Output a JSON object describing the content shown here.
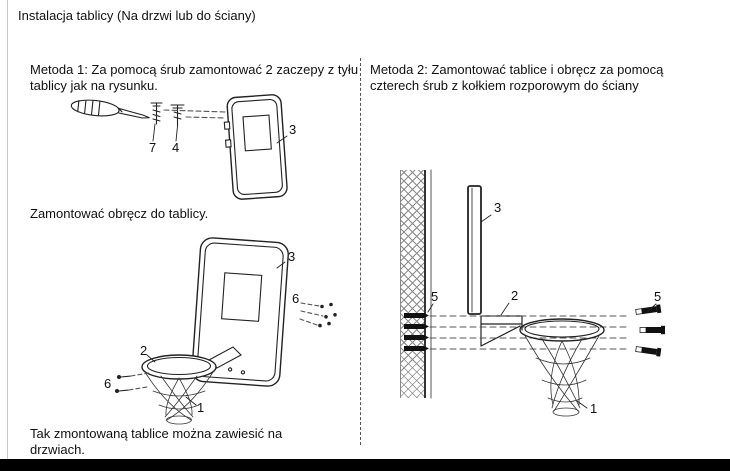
{
  "title": "Instalacja tablicy (Na drzwi lub do ściany)",
  "method1": {
    "heading": "Metoda 1: Za pomocą śrub zamontować 2 zaczepy z tyłu tablicy jak na rysunku.",
    "rim_step": "Zamontować obręcz do tablicy.",
    "hang_step": "Tak zmontowaną tablice można zawiesić na drzwiach."
  },
  "method2": {
    "heading": "Metoda 2: Zamontować tablice i obręcz za pomocą czterech śrub z kołkiem rozporowym do ściany"
  },
  "figure1": {
    "label_7": "7",
    "label_4": "4",
    "label_3": "3"
  },
  "figure2": {
    "label_3": "3",
    "label_6_right": "6",
    "label_2": "2",
    "label_6_left": "6",
    "label_1": "1"
  },
  "figure3": {
    "label_3": "3",
    "label_5_left": "5",
    "label_2": "2",
    "label_5_right": "5",
    "label_1": "1"
  },
  "colors": {
    "ink": "#1a1a1a",
    "line": "#333333",
    "footer_bar": "#000000"
  }
}
